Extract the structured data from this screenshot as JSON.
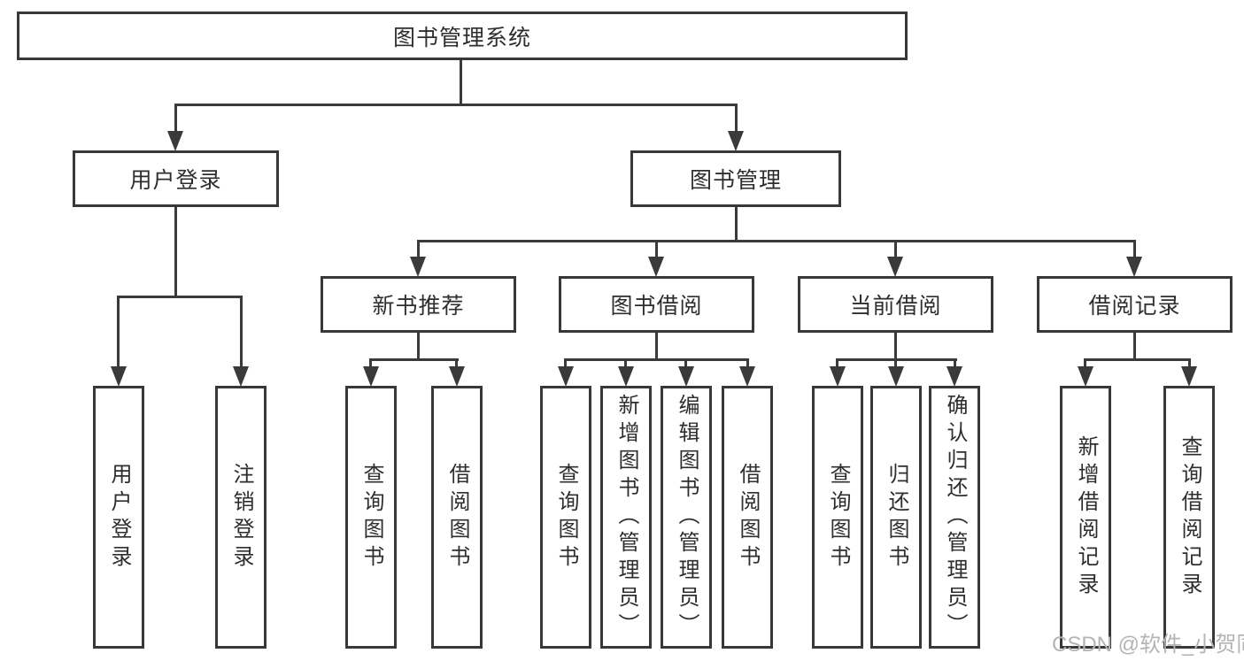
{
  "colors": {
    "line": "#3a3a3a",
    "border": "#383838",
    "text": "#2e2e2e",
    "watermark": "#b4b4b4",
    "background": "#ffffff"
  },
  "diagram": {
    "root": {
      "label": "图书管理系统"
    },
    "branches": [
      {
        "label": "用户登录",
        "children": [
          {
            "label": "用户登录"
          },
          {
            "label": "注销登录"
          }
        ]
      },
      {
        "label": "图书管理",
        "children": [
          {
            "label": "新书推荐",
            "children": [
              {
                "label": "查询图书"
              },
              {
                "label": "借阅图书"
              }
            ]
          },
          {
            "label": "图书借阅",
            "children": [
              {
                "label": "查询图书"
              },
              {
                "label": "新增图书（管理员）"
              },
              {
                "label": "编辑图书（管理员）"
              },
              {
                "label": "借阅图书"
              }
            ]
          },
          {
            "label": "当前借阅",
            "children": [
              {
                "label": "查询图书"
              },
              {
                "label": "归还图书"
              },
              {
                "label": "确认归还（管理员）"
              }
            ]
          },
          {
            "label": "借阅记录",
            "children": [
              {
                "label": "新增借阅记录"
              },
              {
                "label": "查询借阅记录"
              }
            ]
          }
        ]
      }
    ]
  },
  "watermark": {
    "text": "CSDN @软件_小贺同学"
  }
}
